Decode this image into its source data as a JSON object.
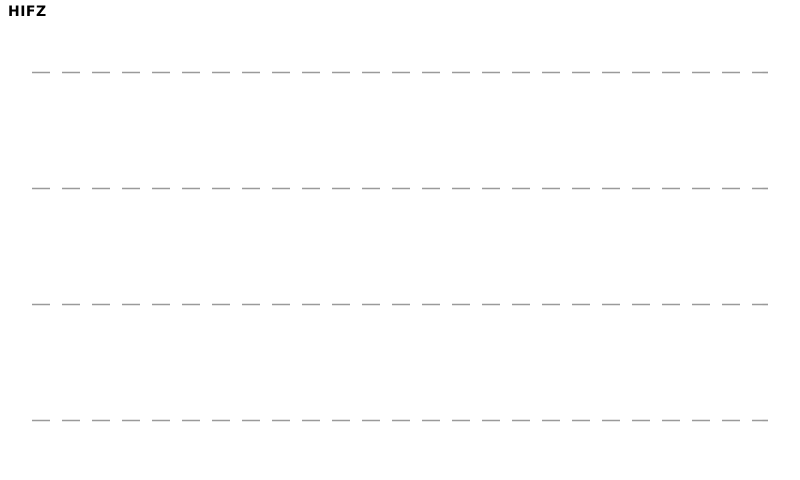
{
  "header": {
    "title": "HIFZ"
  },
  "writing_area": {
    "line_count": 4,
    "line_style": "dashed",
    "line_color": "#9a9a9a"
  },
  "colors": {
    "background": "#ffffff",
    "title": "#000000"
  }
}
